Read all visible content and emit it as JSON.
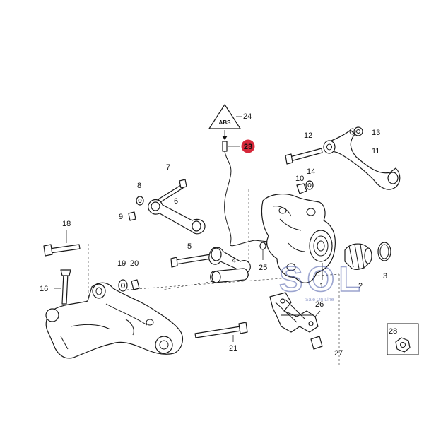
{
  "callouts": {
    "c1": "1",
    "c2": "2",
    "c3": "3",
    "c4": "4",
    "c5": "5",
    "c6": "6",
    "c7": "7",
    "c8": "8",
    "c9": "9",
    "c10": "10",
    "c11": "11",
    "c12": "12",
    "c13": "13",
    "c14": "14",
    "c16": "16",
    "c18": "18",
    "c19": "19",
    "c20": "20",
    "c21": "21",
    "c23": "23",
    "c24": "24",
    "c25": "25",
    "c26": "26",
    "c27": "27",
    "c28": "28"
  },
  "warning_label": {
    "text": "ABS"
  },
  "watermark": {
    "logo_text": "SOL",
    "tagline": "Sale On Line"
  },
  "colors": {
    "highlight": "#d6283a",
    "line": "#1a1a1a",
    "watermark": "#4a5aa8"
  }
}
